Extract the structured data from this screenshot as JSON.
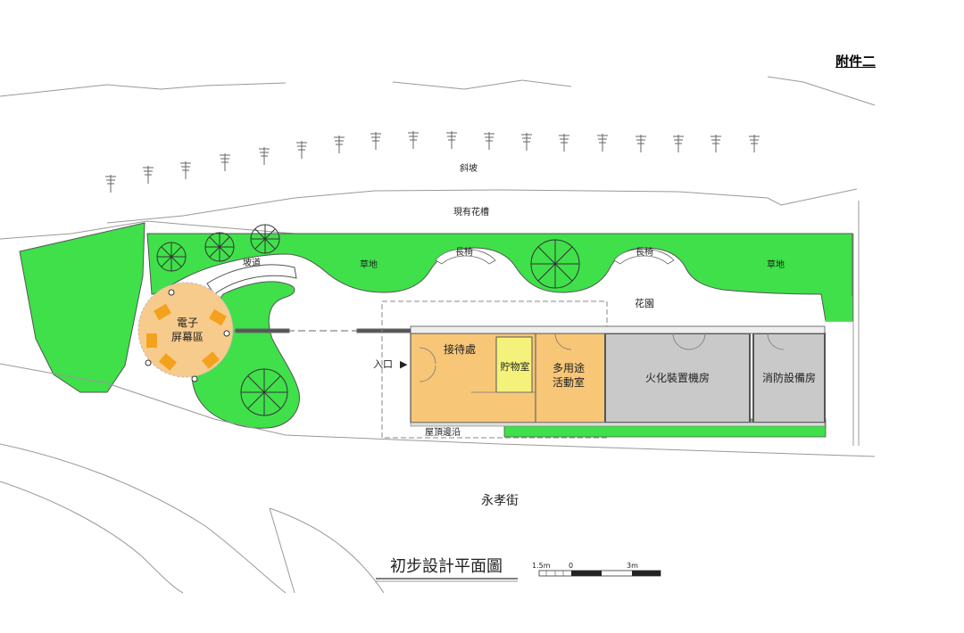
{
  "annex_label": "附件二",
  "title": "初步設計平面圖",
  "labels": {
    "slope": "斜坡",
    "planter": "現有花槽",
    "ramp": "坡道",
    "lawn_left": "草地",
    "lawn_right": "草地",
    "bench_1": "長椅",
    "bench_2": "長椅",
    "garden": "花園",
    "screen_area_1": "電子",
    "screen_area_2": "屏幕區",
    "entrance": "入口",
    "reception": "接待處",
    "storage": "貯物室",
    "multi_purpose_1": "多用途",
    "multi_purpose_2": "活動室",
    "cremator_room": "火化裝置機房",
    "fire_room": "消防設備房",
    "roof_edge": "屋頂邊沿",
    "street": "永孝街"
  },
  "scale_bar": {
    "left": "1.5m",
    "zero": "0",
    "right": "3m"
  },
  "colors": {
    "lawn": "#3fe04a",
    "building_warm": "#f7c677",
    "storage": "#f4f27a",
    "plant_room": "#c9c9c9",
    "screen_area": "#f7cb8c",
    "screen_panels": "#f4a21d"
  }
}
